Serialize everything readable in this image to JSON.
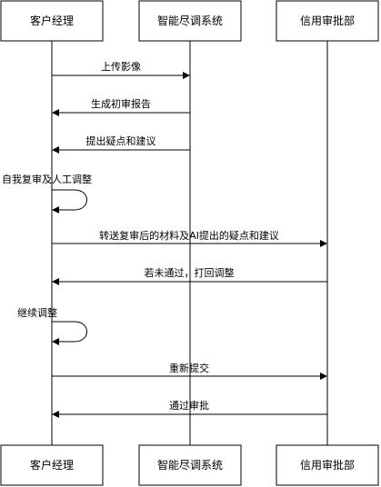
{
  "participants": [
    {
      "label": "客户经理"
    },
    {
      "label": "智能尽调系统"
    },
    {
      "label": "信用审批部"
    }
  ],
  "messages": [
    {
      "from": 0,
      "to": 1,
      "label": "上传影像"
    },
    {
      "from": 1,
      "to": 0,
      "label": "生成初审报告"
    },
    {
      "from": 1,
      "to": 0,
      "label": "提出疑点和建议"
    },
    {
      "from": 0,
      "to": 0,
      "label": "自我复审及人工调整"
    },
    {
      "from": 0,
      "to": 2,
      "label": "转送复审后的材料及AI提出的疑点和建议"
    },
    {
      "from": 2,
      "to": 0,
      "label": "若未通过，打回调整"
    },
    {
      "from": 0,
      "to": 0,
      "label": "继续调整"
    },
    {
      "from": 0,
      "to": 2,
      "label": "重新提交"
    },
    {
      "from": 2,
      "to": 0,
      "label": "通过审批"
    }
  ]
}
